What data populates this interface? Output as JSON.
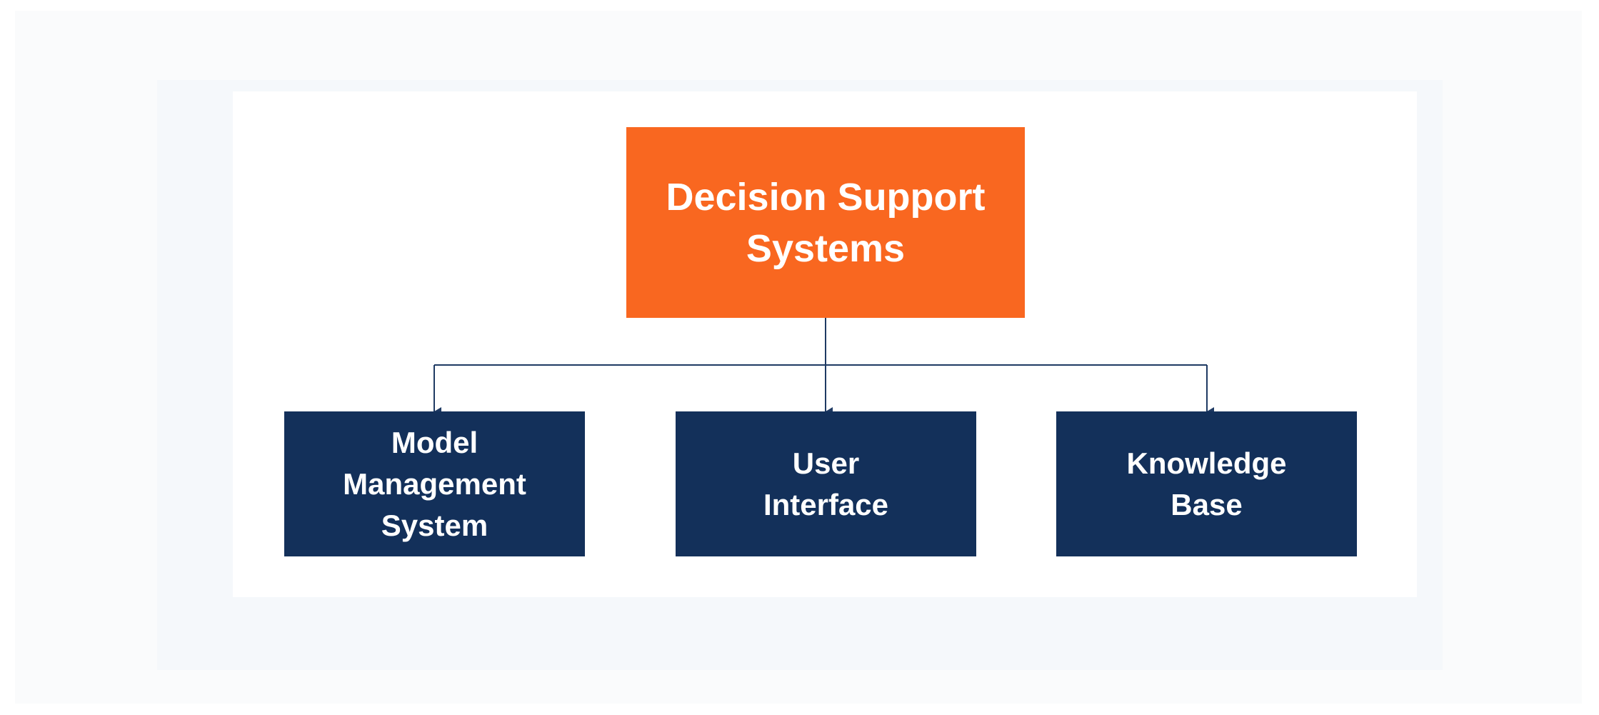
{
  "diagram": {
    "root": {
      "label": "Decision Support\nSystems",
      "color": "#f96720"
    },
    "children": [
      {
        "label": "Model\nManagement\nSystem"
      },
      {
        "label": "User\nInterface"
      },
      {
        "label": "Knowledge\nBase"
      }
    ],
    "child_color": "#13305a",
    "connector_color": "#1f3a63"
  }
}
